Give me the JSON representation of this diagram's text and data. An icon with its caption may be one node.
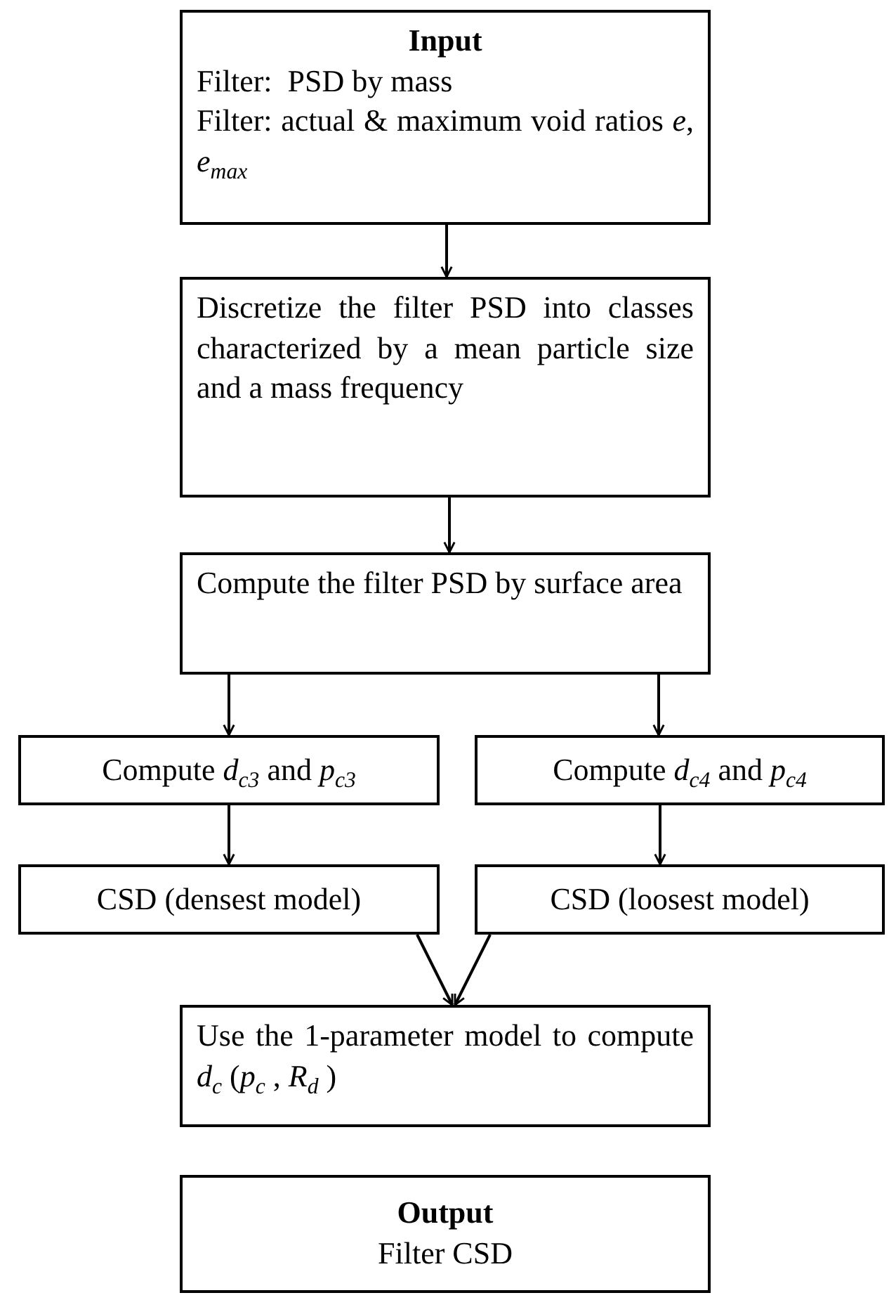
{
  "diagram": {
    "nodes": [
      {
        "text": [
          "Input",
          "Filter:  PSD by mass",
          "Filter: actual & maximum void ratios *e*, *e*$_{max}$"
        ]
      },
      {
        "text": [
          "Discretize the filter PSD into classes characterized by a mean particle size and a mass frequency"
        ]
      },
      {
        "text": [
          "Compute the filter PSD by surface area"
        ]
      },
      {
        "text": [
          "Compute *d*$_{c3}$ and *p*$_{c3}$"
        ]
      },
      {
        "text": [
          "Compute *d*$_{c4}$ and *p*$_{c4}$"
        ]
      },
      {
        "text": [
          "CSD (densest model)"
        ]
      },
      {
        "text": [
          "CSD (loosest model)"
        ]
      },
      {
        "text": [
          "Use the 1-parameter model to compute *d*$_{c}$ (*p*$_{c}$ , *R*$_{d}$ )"
        ]
      },
      {
        "text": [
          "Output",
          "Filter CSD"
        ]
      }
    ],
    "edges": [
      {
        "from": 0,
        "to": 1,
        "arrow": "to"
      },
      {
        "from": 1,
        "to": 2,
        "arrow": "to"
      },
      {
        "from": 2,
        "to": 3,
        "arrow": "to"
      },
      {
        "from": 2,
        "to": 4,
        "arrow": "to"
      },
      {
        "from": 3,
        "to": 5,
        "arrow": "to"
      },
      {
        "from": 4,
        "to": 6,
        "arrow": "to"
      },
      {
        "from": 5,
        "to": 7,
        "arrow": "to"
      },
      {
        "from": 6,
        "to": 7,
        "arrow": "to"
      }
    ]
  }
}
